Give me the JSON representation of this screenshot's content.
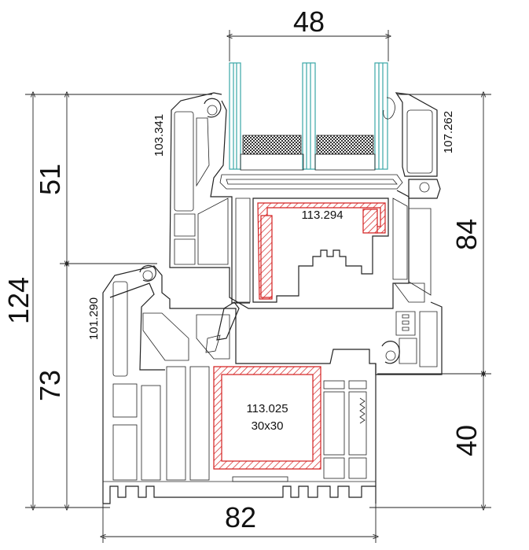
{
  "dimensions": {
    "top_width": "48",
    "bottom_width": "82",
    "total_height": "124",
    "upper_height": "51",
    "lower_height": "73",
    "right_upper": "84",
    "right_lower": "40"
  },
  "profile_codes": {
    "sash_left": "103.341",
    "bead_right": "107.262",
    "frame_left": "101.290"
  },
  "reinforcements": {
    "sash_code": "113.294",
    "frame_code": "113.025",
    "frame_size": "30x30"
  },
  "colors": {
    "glass": "#3aa6a6",
    "reinforcement": "#d42020",
    "outline": "#222222"
  }
}
